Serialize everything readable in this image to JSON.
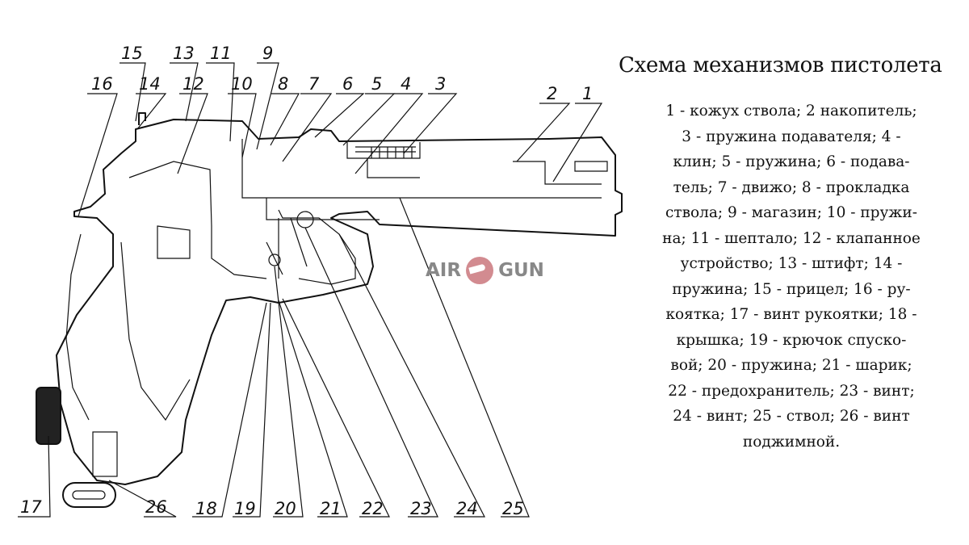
{
  "title": "Схема механизмов пистолета",
  "legend_lines": [
    "1 - кожух ствола; 2 накопитель;",
    "3 - пружина подавателя; 4 -",
    "клин; 5 - пружина; 6 - подава-",
    "тель; 7 - движо; 8 - прокладка",
    "ствола; 9 - магазин; 10 - пружи-",
    "на; 11 - шептало; 12 - клапанное",
    "устройство; 13 - штифт; 14 -",
    "пружина; 15 - прицел; 16 - ру-",
    "коятка; 17 - винт рукоятки; 18 -",
    "крышка; 19 - крючок спуско-",
    "вой; 20 - пружина; 21 - шарик;",
    "22 - предохранитель; 23 - винт;",
    "24 - винт; 25 - ствол; 26 - винт",
    "поджимной."
  ],
  "logo": {
    "left": "AIR",
    "right": "GUN",
    "color": "#d28b90"
  },
  "callouts": {
    "n1": "1",
    "n2": "2",
    "n3": "3",
    "n4": "4",
    "n5": "5",
    "n6": "6",
    "n7": "7",
    "n8": "8",
    "n9": "9",
    "n10": "10",
    "n11": "11",
    "n12": "12",
    "n13": "13",
    "n14": "14",
    "n15": "15",
    "n16": "16",
    "n17": "17",
    "n18": "18",
    "n19": "19",
    "n20": "20",
    "n21": "21",
    "n22": "22",
    "n23": "23",
    "n24": "24",
    "n25": "25",
    "n26": "26"
  }
}
